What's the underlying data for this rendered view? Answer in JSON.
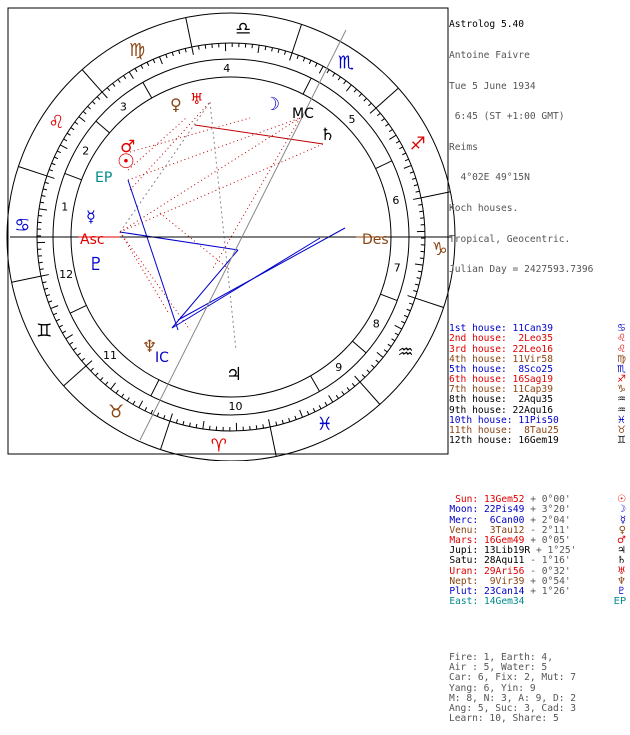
{
  "colors": {
    "fire": "#e00000",
    "earth": "#8b4513",
    "air": "#000000",
    "water": "#0000c8",
    "ring": "#000000",
    "aspect_blue": "#0000cc",
    "aspect_red": "#c00000",
    "axis_grey": "#888888",
    "teal": "#008b8b",
    "dark_blue": "#0000a0"
  },
  "header": {
    "app": "Astrolog 5.40",
    "name": "Antoine Faivre",
    "date": "Tue 5 June 1934",
    "time": " 6:45 (ST +1:00 GMT)",
    "place": "Reims",
    "coords": "  4°02E 49°15N",
    "houses": "Koch houses.",
    "zodiac": "Tropical, Geocentric.",
    "julian": "Julian Day = 2427593.7396"
  },
  "houses": [
    {
      "label": "1st house: ",
      "value": "11Can39",
      "glyph": "♋",
      "color": "#0000c8"
    },
    {
      "label": "2nd house: ",
      "value": " 2Leo35",
      "glyph": "♌",
      "color": "#e00000"
    },
    {
      "label": "3rd house: ",
      "value": "22Leo16",
      "glyph": "♌",
      "color": "#e00000"
    },
    {
      "label": "4th house: ",
      "value": "11Vir58",
      "glyph": "♍",
      "color": "#8b4513"
    },
    {
      "label": "5th house: ",
      "value": " 8Sco25",
      "glyph": "♏",
      "color": "#0000c8"
    },
    {
      "label": "6th house: ",
      "value": "16Sag19",
      "glyph": "♐",
      "color": "#e00000"
    },
    {
      "label": "7th house: ",
      "value": "11Cap39",
      "glyph": "♑",
      "color": "#8b4513"
    },
    {
      "label": "8th house: ",
      "value": " 2Aqu35",
      "glyph": "♒",
      "color": "#000000"
    },
    {
      "label": "9th house: ",
      "value": "22Aqu16",
      "glyph": "♒",
      "color": "#000000"
    },
    {
      "label": "10th house: ",
      "value": "11Pis50",
      "glyph": "♓",
      "color": "#0000c8"
    },
    {
      "label": "11th house: ",
      "value": " 8Tau25",
      "glyph": "♉",
      "color": "#8b4513"
    },
    {
      "label": "12th house: ",
      "value": "16Gem19",
      "glyph": "♊",
      "color": "#000000"
    }
  ],
  "planets": [
    {
      "label": "Sun: ",
      "value": "13Gem52",
      "speed": " + 0°00'",
      "glyph": "☉",
      "color": "#e00000"
    },
    {
      "label": "Moon: ",
      "value": "22Pis49",
      "speed": " + 3°20'",
      "glyph": "☽",
      "color": "#0000c8"
    },
    {
      "label": "Merc: ",
      "value": " 6Can00",
      "speed": " + 2°04'",
      "glyph": "☿",
      "color": "#0000c8"
    },
    {
      "label": "Venu: ",
      "value": " 3Tau12",
      "speed": " - 2°11'",
      "glyph": "♀",
      "color": "#8b4513"
    },
    {
      "label": "Mars: ",
      "value": "16Gem49",
      "speed": " + 0°05'",
      "glyph": "♂",
      "color": "#e00000"
    },
    {
      "label": "Jupi: ",
      "value": "13Lib19R",
      "speed": " + 1°25'",
      "glyph": "♃",
      "color": "#000000"
    },
    {
      "label": "Satu: ",
      "value": "28Aqu11",
      "speed": " - 1°16'",
      "glyph": "♄",
      "color": "#000000"
    },
    {
      "label": "Uran: ",
      "value": "29Ari56",
      "speed": " - 0°32'",
      "glyph": "♅",
      "color": "#e00000"
    },
    {
      "label": "Nept: ",
      "value": " 9Vir39",
      "speed": " + 0°54'",
      "glyph": "♆",
      "color": "#8b4513"
    },
    {
      "label": "Plut: ",
      "value": "23Can14",
      "speed": " + 1°26'",
      "glyph": "♇",
      "color": "#0000c8"
    },
    {
      "label": "East: ",
      "value": "14Gem34",
      "speed": "",
      "glyph": "EP",
      "color": "#008b8b"
    }
  ],
  "stats": [
    "Fire: 1, Earth: 4,",
    "Air : 5, Water: 5",
    "Car: 6, Fix: 2, Mut: 7",
    "Yang: 6, Yin: 9",
    "M: 8, N: 3, A: 9, D: 2",
    "Ang: 5, Suc: 3, Cad: 3",
    "Learn: 10, Share: 5"
  ],
  "wheel": {
    "zodiac_signs": [
      {
        "glyph": "♈",
        "color": "#e00000"
      },
      {
        "glyph": "♉",
        "color": "#8b4513"
      },
      {
        "glyph": "♊",
        "color": "#000000"
      },
      {
        "glyph": "♋",
        "color": "#0000c8"
      },
      {
        "glyph": "♌",
        "color": "#e00000"
      },
      {
        "glyph": "♍",
        "color": "#8b4513"
      },
      {
        "glyph": "♎",
        "color": "#000000"
      },
      {
        "glyph": "♏",
        "color": "#0000c8"
      },
      {
        "glyph": "♐",
        "color": "#e00000"
      },
      {
        "glyph": "♑",
        "color": "#8b4513"
      },
      {
        "glyph": "♒",
        "color": "#000000"
      },
      {
        "glyph": "♓",
        "color": "#0000c8"
      }
    ],
    "house_numbers": [
      "1",
      "2",
      "3",
      "4",
      "5",
      "6",
      "7",
      "8",
      "9",
      "10",
      "11",
      "12"
    ],
    "axis_labels": {
      "asc": "Asc",
      "des": "Des",
      "mc": "MC",
      "ic": "IC"
    }
  }
}
